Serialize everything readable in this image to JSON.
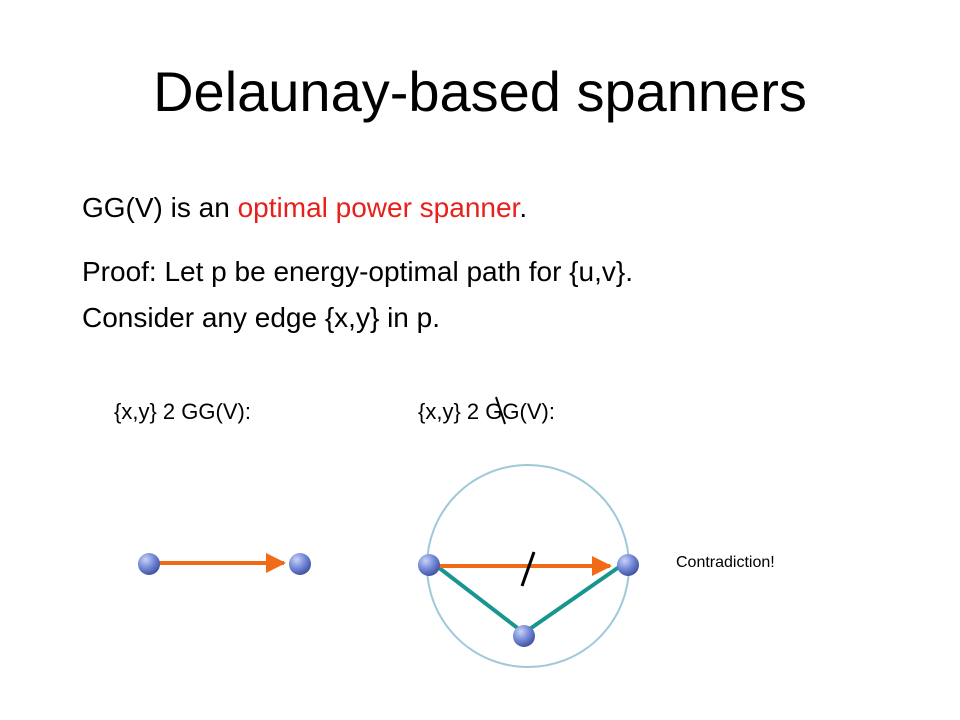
{
  "slide": {
    "title": "Delaunay-based spanners",
    "line1": {
      "before": "GG(V) is an ",
      "highlight": "optimal power spanner",
      "after": "."
    },
    "line2": "Proof: Let p be energy-optimal path for {u,v}.",
    "line3": "Consider any edge {x,y} in p.",
    "caption_left": "{x,y} 2 GG(V):",
    "caption_right": "{x,y} 2 GG(V):",
    "contradiction": "Contradiction!"
  },
  "colors": {
    "highlight": "#e8201b",
    "orange_edge": "#f06a18",
    "teal_edge": "#17968f",
    "circle": "#9fc9d8",
    "node_fill": "#6f85d6"
  }
}
